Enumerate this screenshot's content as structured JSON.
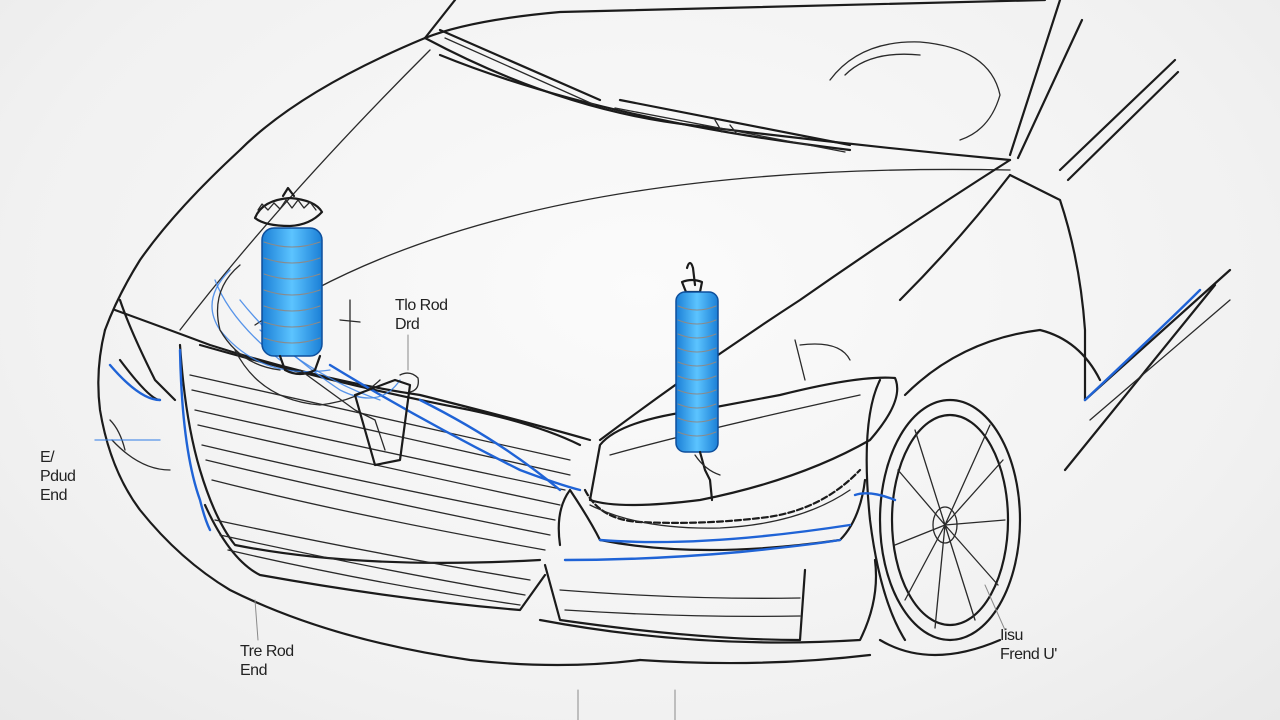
{
  "labels": {
    "top_center": {
      "line1": "Tlo Rod",
      "line2": "Drd"
    },
    "left": {
      "line1": "E/",
      "line2": "Pdud",
      "line3": "End"
    },
    "bottom_left": {
      "line1": "Tre Rod",
      "line2": "End"
    },
    "bottom_right": {
      "line1": "Iisu",
      "line2": "Frend U'"
    }
  },
  "colors": {
    "line": "#1b1b1b",
    "spring": "#29a3ee",
    "accent": "#1f63d6"
  }
}
